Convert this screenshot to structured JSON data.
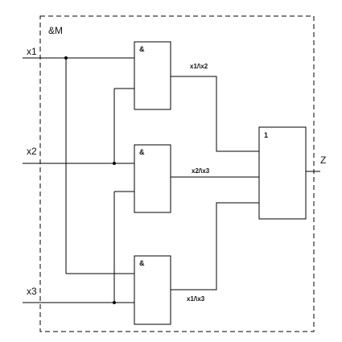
{
  "diagram": {
    "module_label": "&M",
    "inputs": {
      "x1": "x1",
      "x2": "x2",
      "x3": "x3"
    },
    "output": "Z",
    "gates": {
      "and_top": "&",
      "and_middle": "&",
      "and_bottom": "&",
      "or": "1"
    },
    "terms": {
      "top": "x1/\\x2",
      "middle": "x2/\\x3",
      "bottom": "x1/\\x3"
    }
  }
}
